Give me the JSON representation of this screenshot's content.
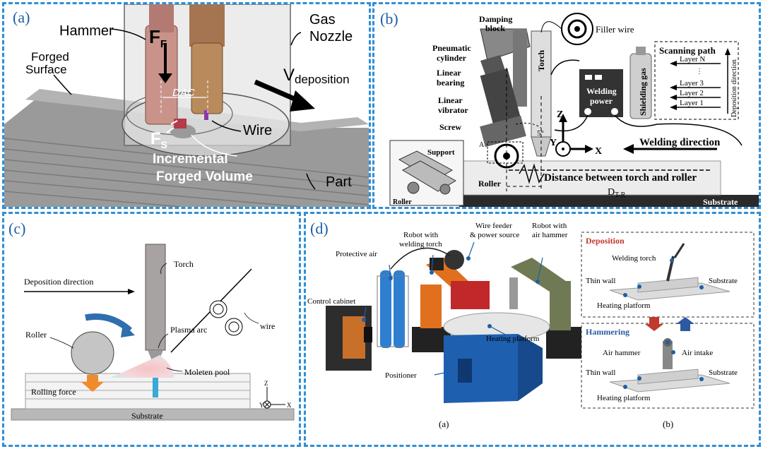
{
  "panel_a": {
    "label": "(a)",
    "hammer": "Hammer",
    "ff": "F",
    "ff_sub": "F",
    "gas": "Gas",
    "nozzle": "Nozzle",
    "forged": "Forged",
    "surface": "Surface",
    "vdep": "V",
    "vdep_sub": "deposition",
    "dac": "DAC",
    "wire": "Wire",
    "fs": "F",
    "fs_sub": "S",
    "incremental": "Incremental",
    "forged_volume": "Forged Volume",
    "part": "Part"
  },
  "panel_b": {
    "label": "(b)",
    "damping1": "Damping",
    "damping2": "block",
    "pneu1": "Pneumatic",
    "pneu2": "cylinder",
    "linb1": "Linear",
    "linb2": "bearing",
    "linv1": "Linear",
    "linv2": "vibrator",
    "screw": "Screw",
    "torch": "Torch",
    "filler": "Filler wire",
    "welding1": "Welding",
    "welding2": "power",
    "shielding": "Shielding gas",
    "scan_title": "Scanning path",
    "layers": [
      "Layer N",
      "Layer 3",
      "Layer 2",
      "Layer 1"
    ],
    "dep_dir": "Deposition direction",
    "angle": "5°",
    "z": "Z",
    "y": "Y",
    "x": "X",
    "weld_dir": "Welding direction",
    "support": "Support",
    "roller_inset": "Roller",
    "a_mark": "A",
    "roller": "Roller",
    "distance": "Distance between torch and roller",
    "dtr": "D",
    "dtr_sub": "T-R",
    "substrate": "Substrate"
  },
  "panel_c": {
    "label": "(c)",
    "torch": "Torch",
    "dep_dir": "Deposition direction",
    "wire": "wire",
    "plasma": "Plasma arc",
    "roller": "Roller",
    "pool": "Moleten pool",
    "rolling": "Rolling force",
    "substrate": "Substrate",
    "z": "Z",
    "y": "Y",
    "x": "X"
  },
  "panel_d": {
    "label": "(d)",
    "robot_torch1": "Robot with",
    "robot_torch2": "welding torch",
    "feeder1": "Wire feeder",
    "feeder2": "& power source",
    "robot_hammer1": "Robot with",
    "robot_hammer2": "air hammer",
    "protective": "Protective air",
    "control": "Control cabinet",
    "heating": "Heating platform",
    "positioner": "Positioner",
    "sub_a": "(a)",
    "sub_b": "(b)",
    "deposition": "Deposition",
    "welding_torch": "Welding torch",
    "thin_wall": "Thin wall",
    "substrate": "Substrate",
    "heating_platform": "Heating platform",
    "hammering": "Hammering",
    "air_hammer": "Air hammer",
    "air_intake": "Air intake",
    "thin_wall2": "Thin wall",
    "substrate2": "Substrate",
    "heating_platform2": "Heating platform"
  },
  "colors": {
    "frame": "#2e8fd6",
    "hammer": "#c9938a",
    "torch_a": "#b98a5c",
    "plasma": "#3aa8d8",
    "robot_orange": "#e0701e",
    "robot_green": "#6f7a55",
    "positioner": "#1f5fb0",
    "deposition_red": "#c0392b",
    "hammering_blue": "#2c5aa0"
  }
}
